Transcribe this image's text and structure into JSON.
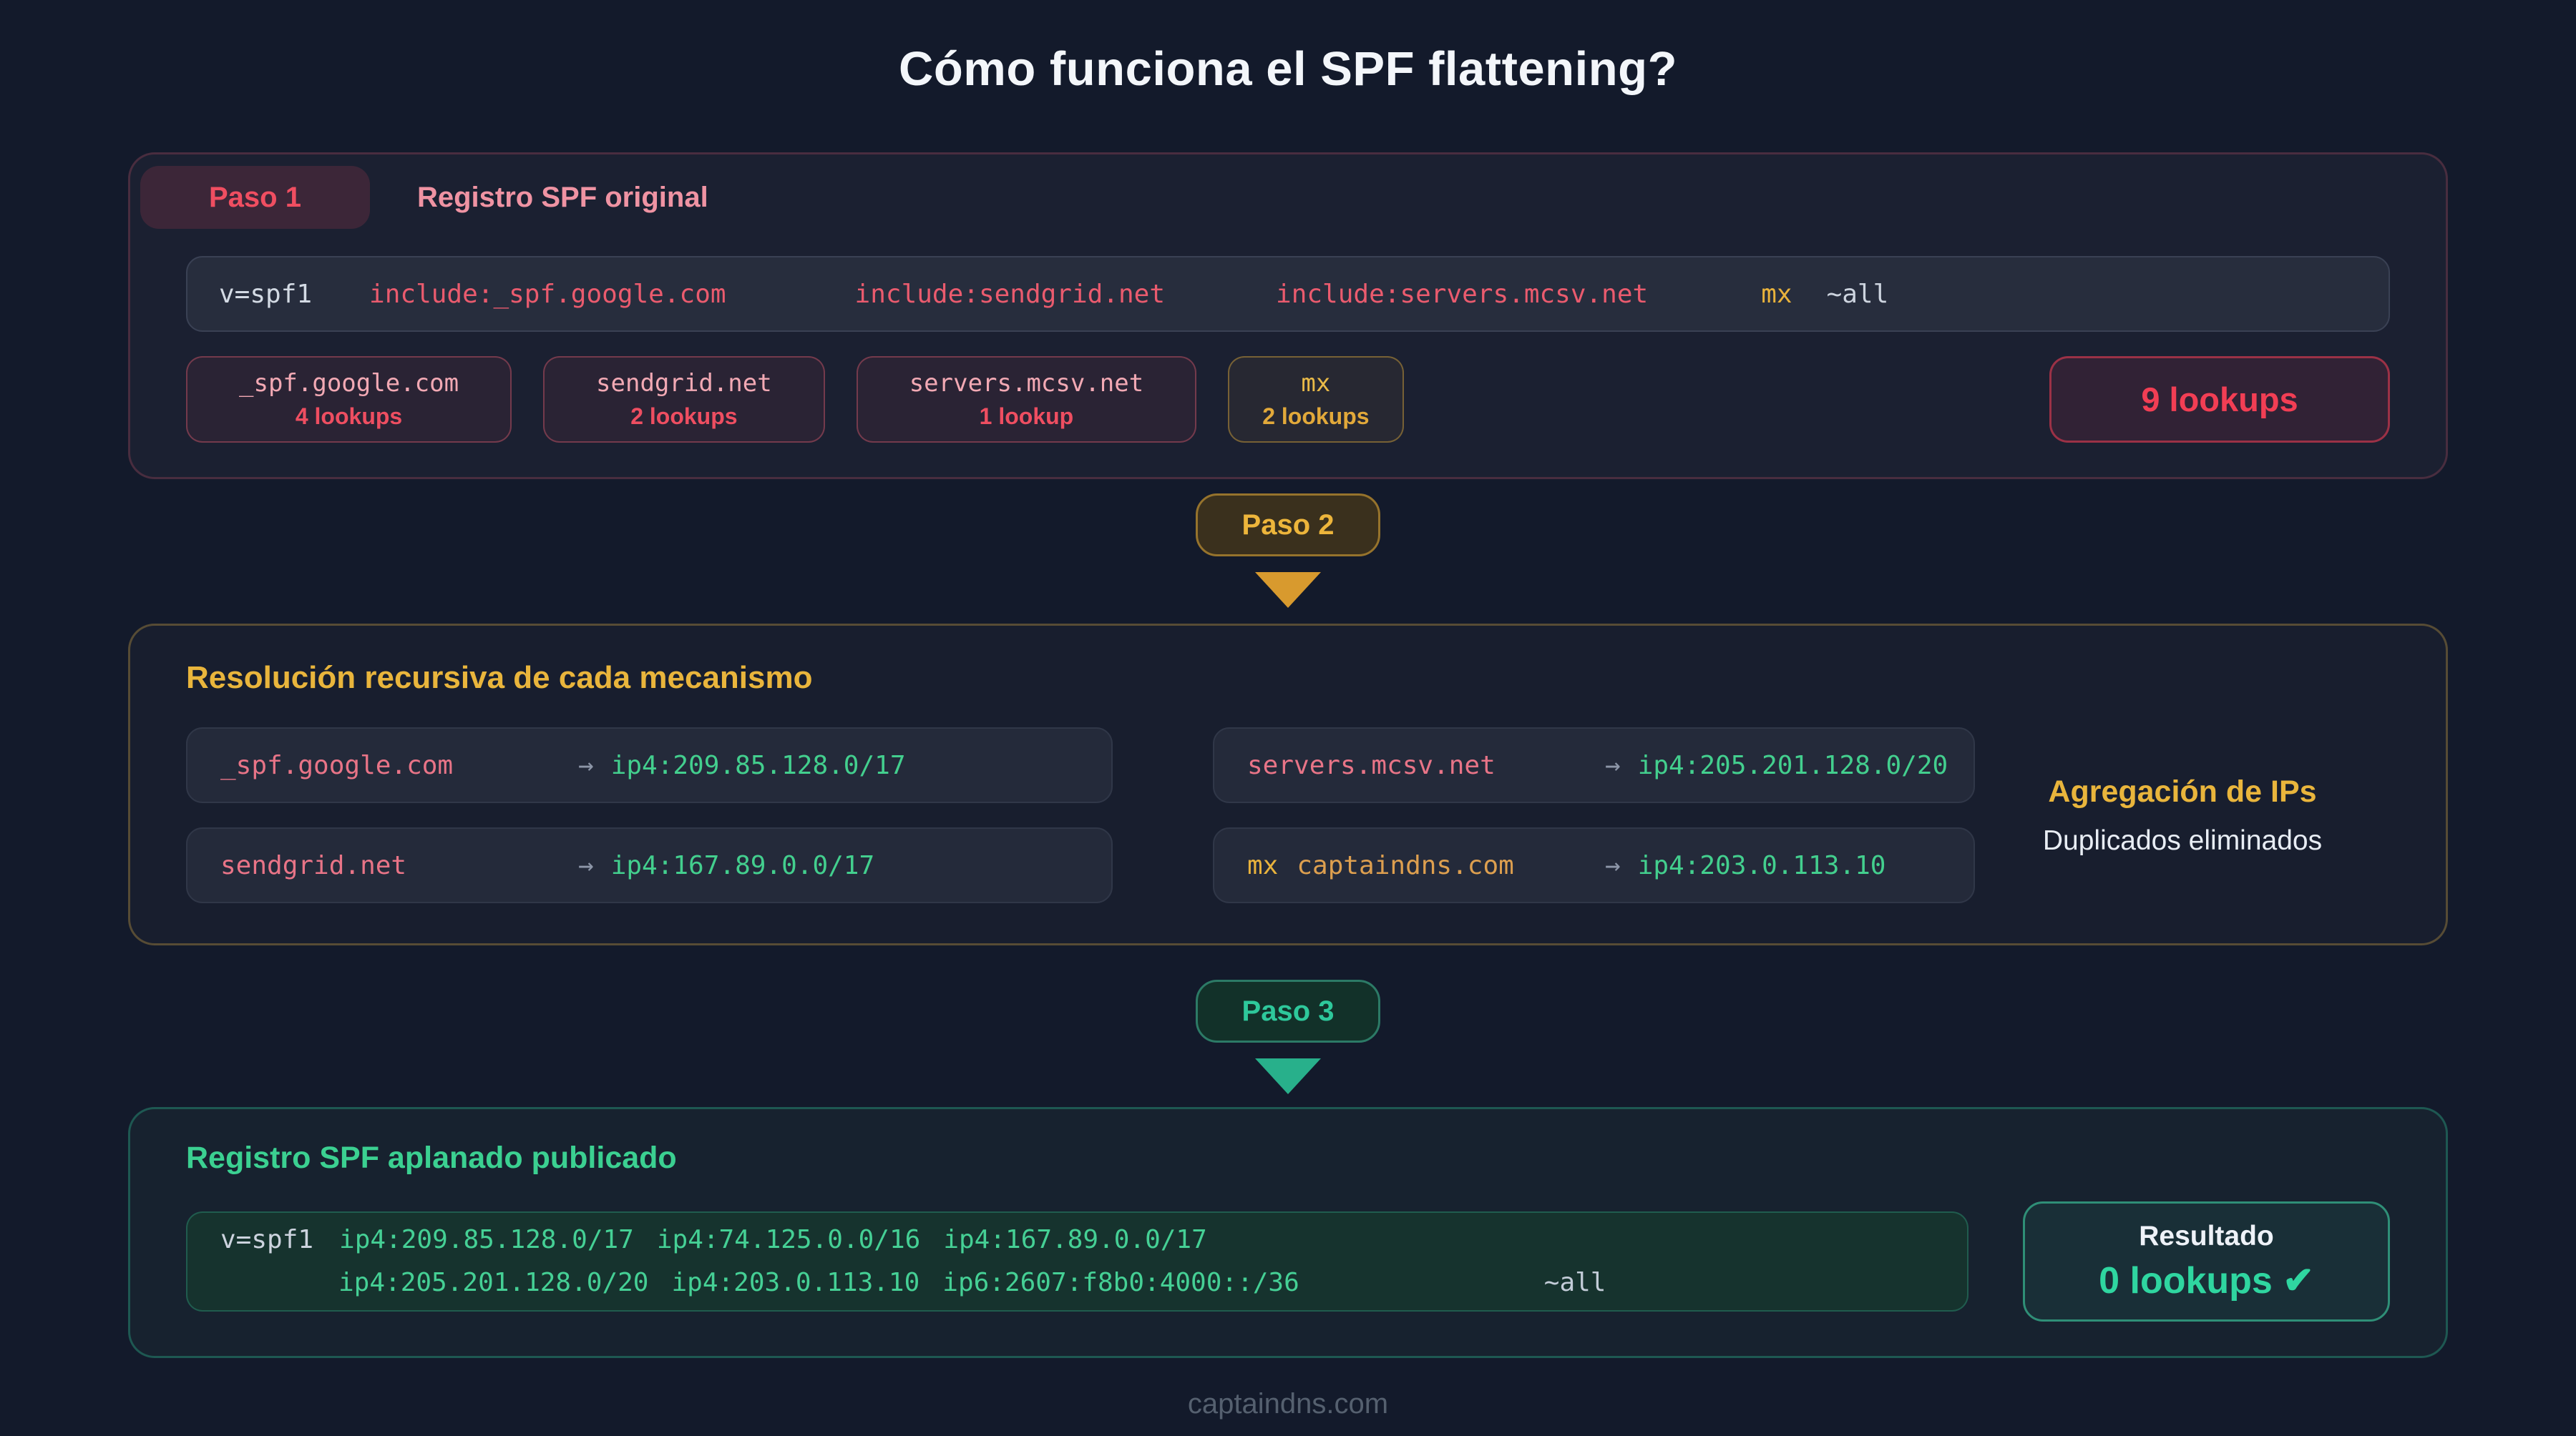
{
  "title": "Cómo funciona el SPF flattening?",
  "footer": "captaindns.com",
  "step1": {
    "badge": "Paso 1",
    "label": "Registro SPF original",
    "record": {
      "prefix": "v=spf1",
      "include1": "include:_spf.google.com",
      "include2": "include:sendgrid.net",
      "include3": "include:servers.mcsv.net",
      "mx": "mx",
      "all": "~all"
    },
    "chips": [
      {
        "name": "_spf.google.com",
        "count": "4 lookups"
      },
      {
        "name": "sendgrid.net",
        "count": "2 lookups"
      },
      {
        "name": "servers.mcsv.net",
        "count": "1 lookup"
      },
      {
        "name": "mx",
        "count": "2 lookups"
      }
    ],
    "total_lookups": "9 lookups"
  },
  "step2": {
    "badge": "Paso 2",
    "title": "Resolución recursiva de cada mecanismo",
    "arrow": "→",
    "resolutions": [
      {
        "name": "_spf.google.com",
        "ip": "ip4:209.85.128.0/17"
      },
      {
        "name": "sendgrid.net",
        "ip": "ip4:167.89.0.0/17"
      },
      {
        "name": "servers.mcsv.net",
        "ip": "ip4:205.201.128.0/20"
      },
      {
        "mx": "mx",
        "domain": "captaindns.com",
        "ip": "ip4:203.0.113.10"
      }
    ],
    "aside": {
      "title": "Agregación de IPs",
      "subtitle": "Duplicados eliminados"
    }
  },
  "step3": {
    "badge": "Paso 3",
    "title": "Registro SPF aplanado publicado",
    "record": {
      "prefix": "v=spf1",
      "ip1": "ip4:209.85.128.0/17",
      "ip2": "ip4:74.125.0.0/16",
      "ip3": "ip4:167.89.0.0/17",
      "ip4": "ip4:205.201.128.0/20",
      "ip5": "ip4:203.0.113.10",
      "ip6": "ip6:2607:f8b0:4000::/36",
      "all": "~all"
    },
    "result": {
      "label": "Resultado",
      "value": "0 lookups ✔"
    }
  }
}
